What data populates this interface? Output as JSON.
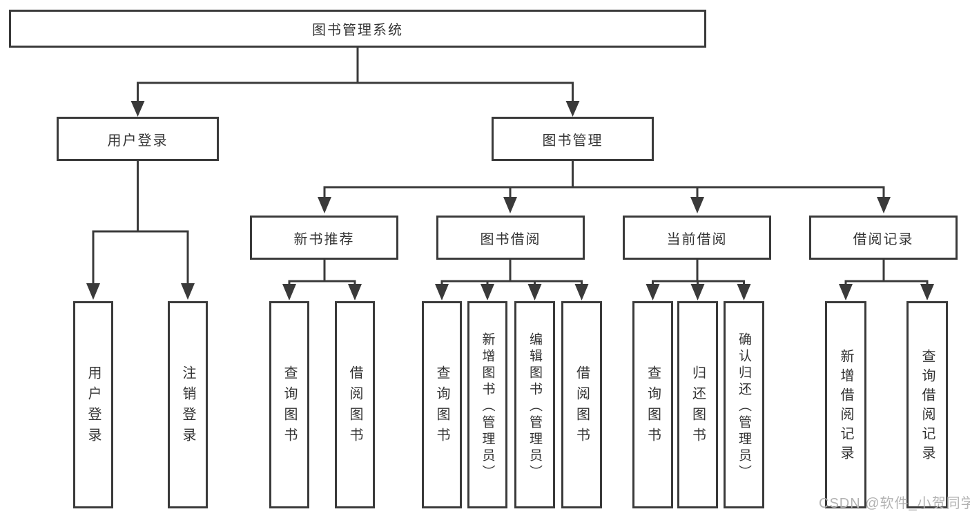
{
  "tree": {
    "root": {
      "label": "图书管理系统",
      "children": [
        {
          "label": "用户登录",
          "children": [
            {
              "label": "用户登录"
            },
            {
              "label": "注销登录"
            }
          ]
        },
        {
          "label": "图书管理",
          "children": [
            {
              "label": "新书推荐",
              "children": [
                {
                  "label": "查询图书"
                },
                {
                  "label": "借阅图书"
                }
              ]
            },
            {
              "label": "图书借阅",
              "children": [
                {
                  "label": "查询图书"
                },
                {
                  "label": "新增图书（管理员）"
                },
                {
                  "label": "编辑图书（管理员）"
                },
                {
                  "label": "借阅图书"
                }
              ]
            },
            {
              "label": "当前借阅",
              "children": [
                {
                  "label": "查询图书"
                },
                {
                  "label": "归还图书"
                },
                {
                  "label": "确认归还（管理员）"
                }
              ]
            },
            {
              "label": "借阅记录",
              "children": [
                {
                  "label": "新增借阅记录"
                },
                {
                  "label": "查询借阅记录"
                }
              ]
            }
          ]
        }
      ]
    }
  },
  "watermark": {
    "text": "CSDN @软件_小贺同学"
  },
  "colors": {
    "line": "#3a3a3a",
    "text": "#333333",
    "watermark": "#b2b2b2",
    "background": "#ffffff"
  }
}
